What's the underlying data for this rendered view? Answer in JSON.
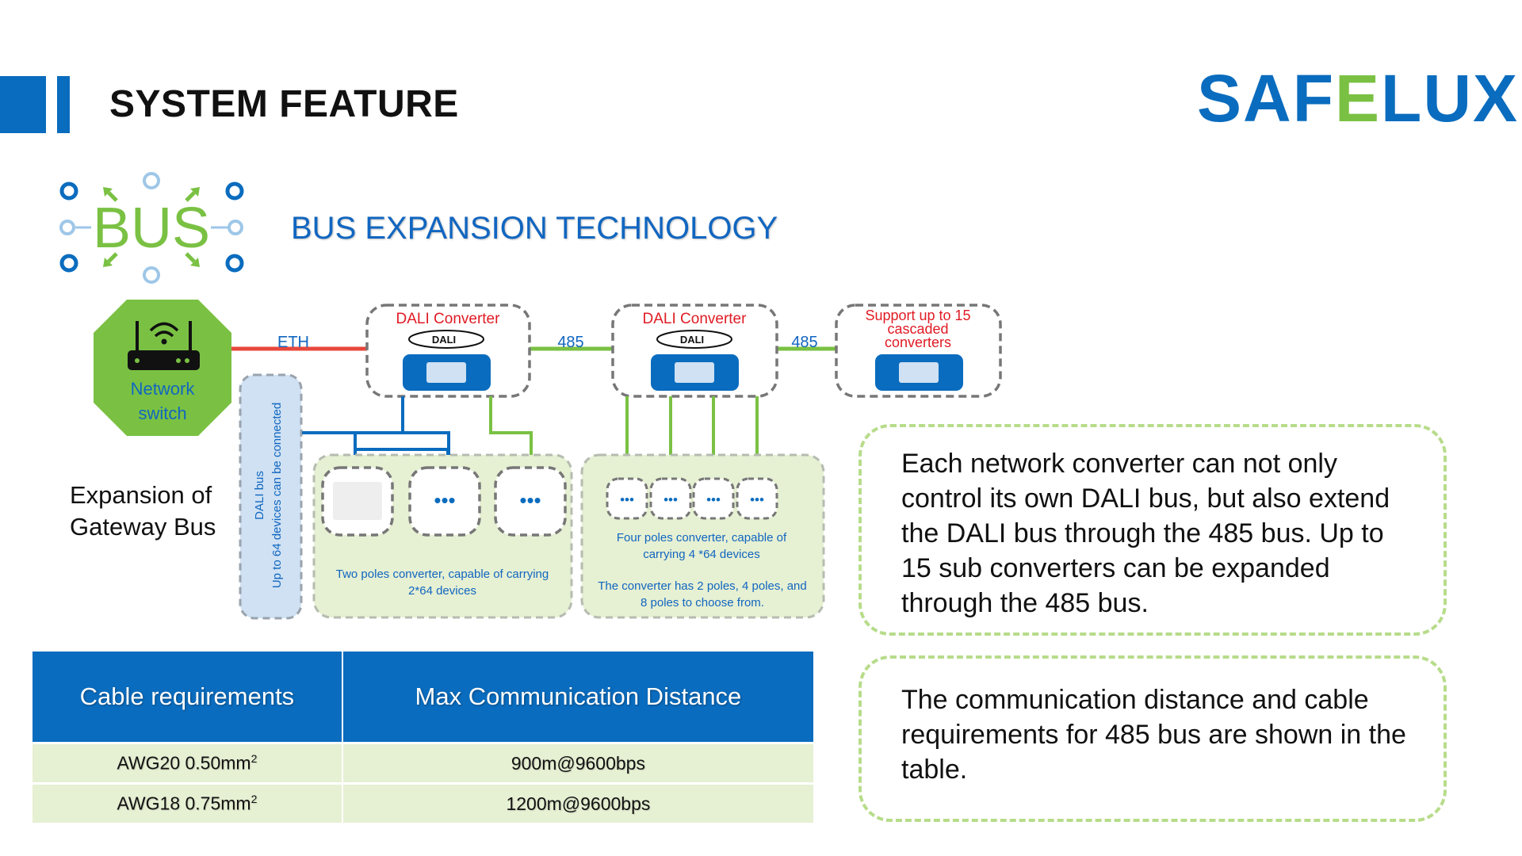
{
  "header": {
    "title": "SYSTEM FEATURE",
    "logo": {
      "part1": "SAF",
      "part2": "E",
      "part3": "LUX"
    }
  },
  "bus_icon": {
    "label": "BUS"
  },
  "subtitle": "BUS EXPANSION TECHNOLOGY",
  "diagram": {
    "network_switch": {
      "line1": "Network",
      "line2": "switch"
    },
    "links": {
      "eth": "ETH",
      "rs485_a": "485",
      "rs485_b": "485"
    },
    "converter_1": {
      "title": "DALI Converter",
      "badge": "DALI"
    },
    "converter_2": {
      "title": "DALI Converter",
      "badge": "DALI"
    },
    "cascade_note": {
      "line1": "Support up to 15",
      "line2": "cascaded",
      "line3": "converters"
    },
    "dali_bus": {
      "line1": "DALI bus",
      "line2": "Up to 64 devices can be connected"
    },
    "two_poles": {
      "line1": "Two poles converter, capable of carrying",
      "line2": "2*64 devices",
      "dots": "•••"
    },
    "four_poles": {
      "line1": "Four poles converter, capable of",
      "line2": "carrying 4 *64 devices",
      "line3": "The converter has 2 poles, 4 poles, and",
      "line4": "8 poles to choose from.",
      "dots": "•••"
    },
    "side_label": {
      "line1": "Expansion of",
      "line2": "Gateway Bus"
    }
  },
  "table": {
    "headers": [
      "Cable requirements",
      "Max Communication Distance"
    ],
    "rows": [
      {
        "cable": "AWG20 0.50mm",
        "sup": "2",
        "distance": "900m@9600bps"
      },
      {
        "cable": "AWG18 0.75mm",
        "sup": "2",
        "distance": "1200m@9600bps"
      }
    ]
  },
  "info": {
    "box1": "Each network converter can not only control its own DALI bus, but also extend the DALI bus through the 485 bus. Up to 15 sub converters can be expanded through the 485 bus.",
    "box2": "The communication distance and cable requirements for 485 bus are shown in the table."
  },
  "colors": {
    "brand_blue": "#0a6cbe",
    "brand_green": "#7ac143",
    "eth_red": "#e8473b",
    "alert_red": "#e01b24",
    "panel_green": "#e6f0d3",
    "panel_blue": "#cfe1f3"
  }
}
